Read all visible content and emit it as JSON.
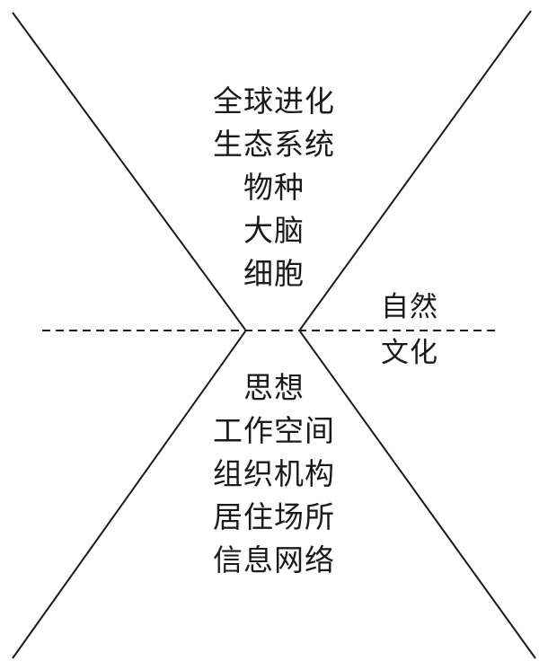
{
  "nature_levels": [
    "全球进化",
    "生态系统",
    "物种",
    "大脑",
    "细胞"
  ],
  "culture_levels": [
    "思想",
    "工作空间",
    "组织机构",
    "居住场所",
    "信息网络"
  ],
  "divider_labels": {
    "upper": "自然",
    "lower": "文化"
  },
  "colors": {
    "line": "#1a1a1a",
    "text": "#1a1a1a",
    "background": "#ffffff"
  }
}
